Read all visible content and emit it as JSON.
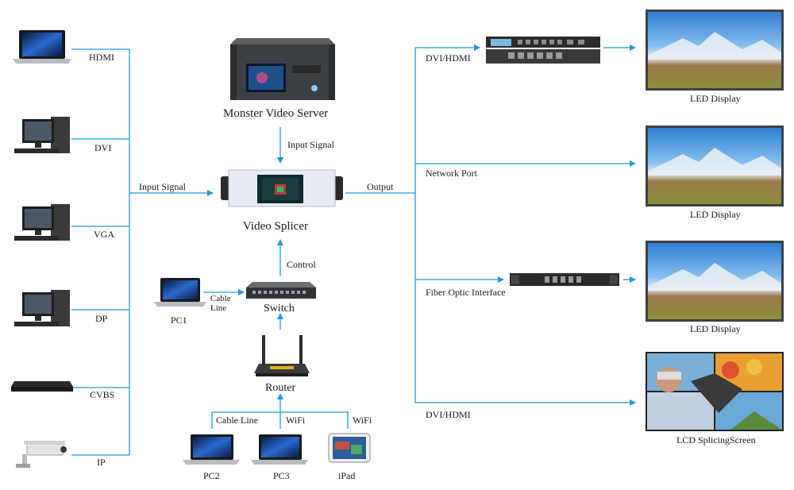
{
  "colors": {
    "line": "#1e9ad6",
    "screen_sky": "#3a8fd8",
    "screen_ground": "#8a7a3a",
    "device_dark": "#2b2b2b"
  },
  "sources": {
    "hdmi": "HDMI",
    "dvi": "DVI",
    "vga": "VGA",
    "dp": "DP",
    "cvbs": "CVBS",
    "ip": "IP",
    "input_signal": "Input Signal"
  },
  "center": {
    "monster_video_server": "Monster Video Server",
    "input_signal": "Input Signal",
    "video_splicer": "Video Splicer",
    "control": "Control",
    "switch": "Switch",
    "router": "Router",
    "pc1": "PC1",
    "cable_line_pc1": "Cable\nLine",
    "cable_line": "Cable Line",
    "wifi_1": "WiFi",
    "wifi_2": "WiFi",
    "pc2": "PC2",
    "pc3": "PC3",
    "ipad": "iPad"
  },
  "outputs": {
    "output": "Output",
    "dvi_hdmi_top": "DVI/HDMI",
    "network_port": "Network Port",
    "fiber_optic_interface": "Fiber Optic Interface",
    "dvi_hdmi_bottom": "DVI/HDMI",
    "led_display_1": "LED Display",
    "led_display_2": "LED Display",
    "led_display_3": "LED Display",
    "lcd_splicing_screen": "LCD SplicingScreen"
  }
}
